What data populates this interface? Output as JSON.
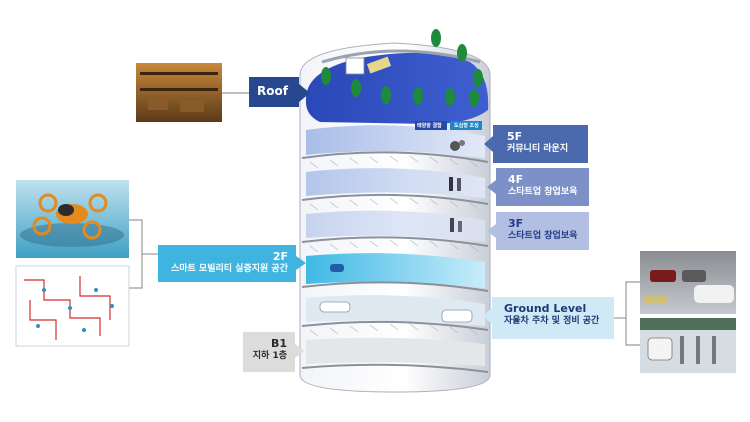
{
  "floors": {
    "roof": {
      "name": "Roof"
    },
    "f5": {
      "name": "5F",
      "desc": "커뮤니티 라운지"
    },
    "f4": {
      "name": "4F",
      "desc": "스타트업 창업보육"
    },
    "f3": {
      "name": "3F",
      "desc": "스타트업 창업보육"
    },
    "f2": {
      "name": "2F",
      "desc": "스마트 모빌리티 실증지원 공간"
    },
    "ground": {
      "name": "Ground Level",
      "desc": "자율차 주차 및 정비 공간"
    },
    "b1": {
      "name": "B1",
      "desc": "지하 1층"
    }
  },
  "signage": {
    "left": "태양광 결합",
    "right": "도심형 조성"
  },
  "colors": {
    "roof": "#27478f",
    "f5": "#4a6aad",
    "f4": "#7d90c7",
    "f3": "#b2bfe3",
    "f2": "#3fb4e1",
    "ground": "#cfe9f6",
    "b1": "#dcdcdc",
    "tree": "#1e8a3c",
    "bracket": "#9a9a9a"
  },
  "icons": [
    "library-photo",
    "drone-taxi-photo",
    "network-map-photo",
    "parking-photo",
    "ev-charging-photo"
  ]
}
